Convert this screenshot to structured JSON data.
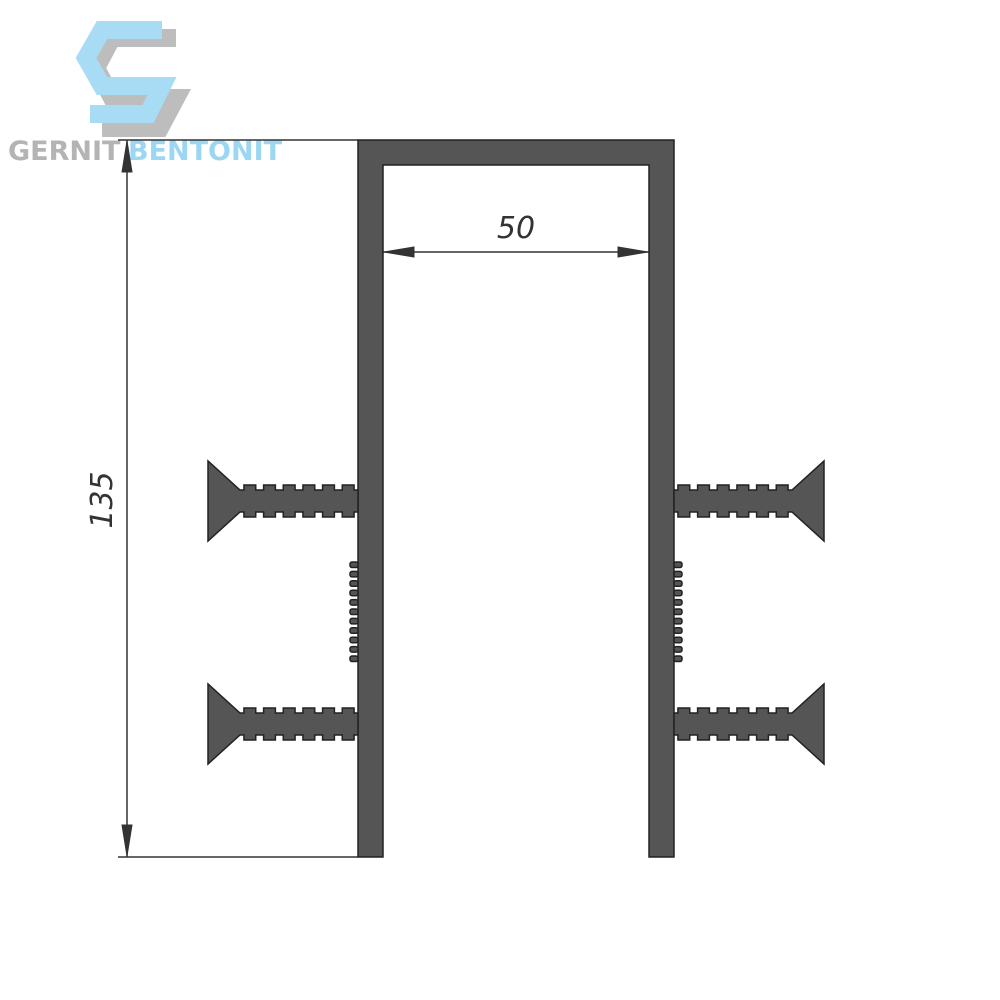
{
  "brand": {
    "name_left": "GERNIT",
    "name_right": "BENTONIT",
    "logo_icon": "hexagon-s-logo-icon",
    "color_left": "#b4b4b4",
    "color_right": "#9bd6f3",
    "logo_color": "#a8dcf5",
    "logo_shadow": "#bdbdbd"
  },
  "dimensions": {
    "width_label": "50",
    "height_label": "135"
  },
  "colors": {
    "profile_fill": "#555555",
    "profile_stroke": "#222222",
    "dimension_line": "#333333"
  }
}
